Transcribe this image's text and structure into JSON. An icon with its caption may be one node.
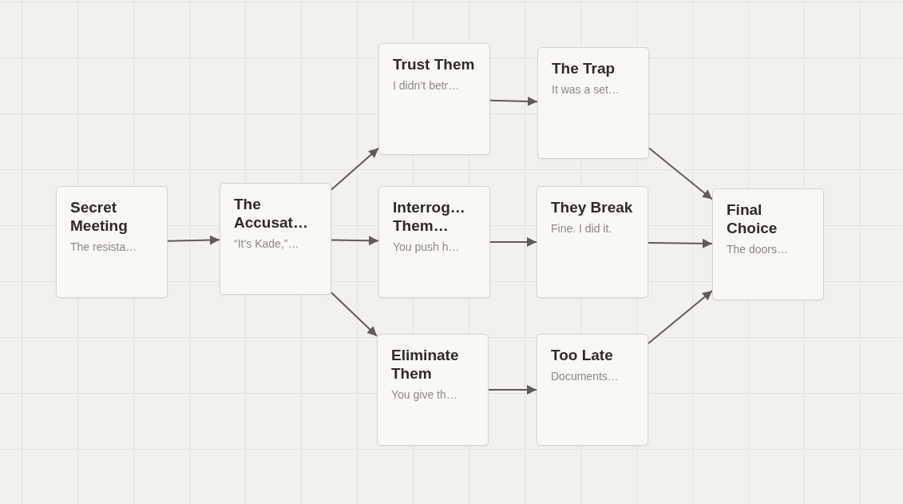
{
  "diagram": {
    "nodes": [
      {
        "text": [
          "Secret Meeting",
          "The resista…"
        ]
      },
      {
        "text": [
          "The Accusat…",
          "“It’s Kade,”…"
        ]
      },
      {
        "text": [
          "Trust Them",
          "I didn’t betr…"
        ]
      },
      {
        "text": [
          "Interrog… Them…",
          "You push h…"
        ]
      },
      {
        "text": [
          "Eliminate Them",
          "You give th…"
        ]
      },
      {
        "text": [
          "The Trap",
          "It was a set…"
        ]
      },
      {
        "text": [
          "They Break",
          "Fine. I did it."
        ]
      },
      {
        "text": [
          "Too Late",
          "Documents…"
        ]
      },
      {
        "text": [
          "Final Choice",
          "The doors…"
        ]
      }
    ],
    "edges": [
      {
        "from": 0,
        "to": 1,
        "arrow": "to"
      },
      {
        "from": 1,
        "to": 2,
        "arrow": "to"
      },
      {
        "from": 1,
        "to": 3,
        "arrow": "to"
      },
      {
        "from": 1,
        "to": 4,
        "arrow": "to"
      },
      {
        "from": 2,
        "to": 5,
        "arrow": "to"
      },
      {
        "from": 3,
        "to": 6,
        "arrow": "to"
      },
      {
        "from": 4,
        "to": 7,
        "arrow": "to"
      },
      {
        "from": 5,
        "to": 8,
        "arrow": "to"
      },
      {
        "from": 6,
        "to": 8,
        "arrow": "to"
      },
      {
        "from": 7,
        "to": 8,
        "arrow": "to"
      }
    ]
  }
}
